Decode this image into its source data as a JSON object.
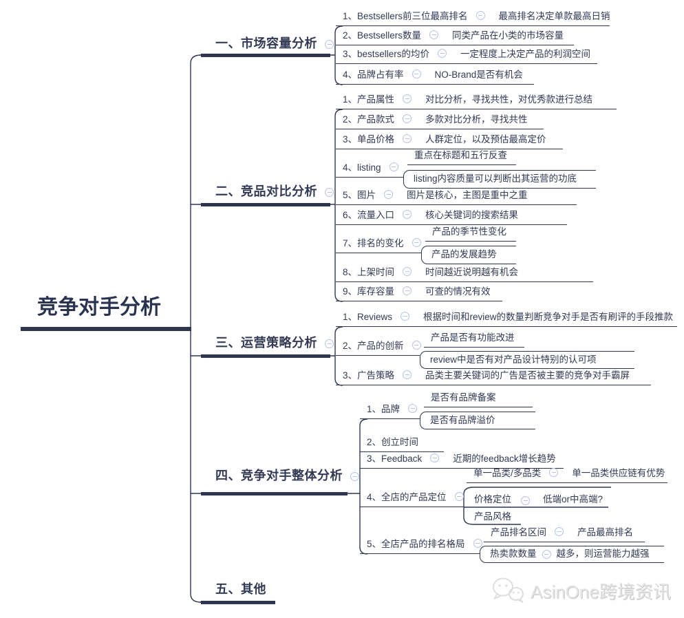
{
  "root": {
    "label": "竞争对手分析"
  },
  "branches": [
    {
      "label": "一、市场容量分析",
      "items": [
        {
          "label": "1、Bestsellers前三位最高排名",
          "note": "最高排名决定单款最高日销"
        },
        {
          "label": "2、Bestsellers数量",
          "note": "同类产品在小类的市场容量"
        },
        {
          "label": "3、bestsellers的均价",
          "note": "一定程度上决定产品的利润空间"
        },
        {
          "label": "4、品牌占有率",
          "note": "NO-Brand是否有机会"
        }
      ]
    },
    {
      "label": "二、竞品对比分析",
      "items": [
        {
          "label": "1、产品属性",
          "note": "对比分析，寻找共性，对优秀款进行总结"
        },
        {
          "label": "2、产品款式",
          "note": "多款对比分析，寻找共性"
        },
        {
          "label": "3、单品价格",
          "note": "人群定位，以及预估最高定价"
        },
        {
          "label": "4、listing",
          "children": [
            {
              "label": "重点在标题和五行反查"
            },
            {
              "label": "listing内容质量可以判断出其运营的功底"
            }
          ]
        },
        {
          "label": "5、图片",
          "note": "图片是核心，主图是重中之重"
        },
        {
          "label": "6、流量入口",
          "note": "核心关键词的搜索结果"
        },
        {
          "label": "7、排名的变化",
          "children": [
            {
              "label": "产品的季节性变化"
            },
            {
              "label": "产品的发展趋势"
            }
          ]
        },
        {
          "label": "8、上架时间",
          "note": "时间越近说明越有机会"
        },
        {
          "label": "9、库存容量",
          "note": "可查的情况有效"
        }
      ]
    },
    {
      "label": "三、运营策略分析",
      "items": [
        {
          "label": "1、Reviews",
          "note": "根据时间和review的数量判断竞争对手是否有刷评的手段推款"
        },
        {
          "label": "2、产品的创新",
          "children": [
            {
              "label": "产品是否有功能改进"
            },
            {
              "label": "review中是否有对产品设计特别的认可项"
            }
          ]
        },
        {
          "label": "3、广告策略",
          "note": "品类主要关键词的广告是否被主要的竞争对手霸屏"
        }
      ]
    },
    {
      "label": "四、竞争对手整体分析",
      "items": [
        {
          "label": "1、品牌",
          "children": [
            {
              "label": "是否有品牌备案"
            },
            {
              "label": "是否有品牌溢价"
            }
          ]
        },
        {
          "label": "2、创立时间"
        },
        {
          "label": "3、Feedback",
          "note": "近期的feedback增长趋势"
        },
        {
          "label": "4、全店的产品定位",
          "children": [
            {
              "label": "单一品类/多品类",
              "note": "单一品类供应链有优势"
            },
            {
              "label": "价格定位",
              "note": "低端or中高端?"
            },
            {
              "label": "产品风格"
            }
          ]
        },
        {
          "label": "5、全店产品的排名格局",
          "children": [
            {
              "label": "产品排名区间",
              "note": "产品最高排名"
            },
            {
              "label": "热卖款数量",
              "note": "越多，则运营能力越强"
            }
          ]
        }
      ]
    },
    {
      "label": "五、其他",
      "items": []
    }
  ],
  "watermark": {
    "label": "AsinOne跨境资讯",
    "icon": "wechat-chat-bubbles"
  },
  "colors": {
    "line": "#2d3550",
    "text": "#323a54",
    "collapse_icon": "#b5c1e6",
    "watermark": "#e3e3e3"
  }
}
